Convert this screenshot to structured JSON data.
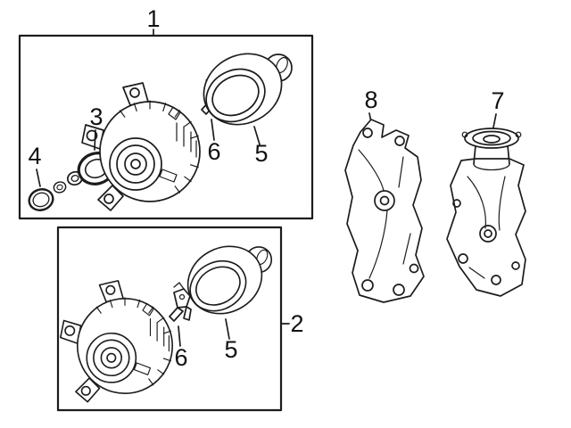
{
  "page": {
    "background": "#ffffff",
    "line_color": "#1c1c1c",
    "text_color": "#111111"
  },
  "callouts": {
    "c1": "1",
    "c2": "2",
    "c3": "3",
    "c4": "4",
    "c5": "5",
    "c6": "6",
    "c7": "7",
    "c8": "8"
  }
}
